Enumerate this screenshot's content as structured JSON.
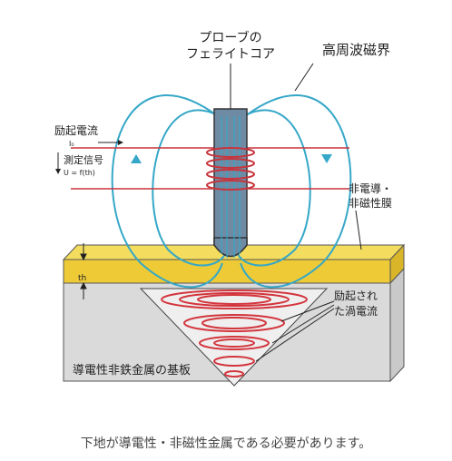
{
  "labels": {
    "probe_core": [
      "プローブの",
      "フェライトコア"
    ],
    "hf_field": "高周波磁界",
    "excitation_current": "励起電流",
    "excitation_symbol": "I₀",
    "measure_signal": "測定信号",
    "signal_formula": "U = f(th)",
    "coating": [
      "非電導・",
      "非磁性膜"
    ],
    "thickness": "th",
    "eddy": [
      "励起され",
      "た渦電流"
    ],
    "substrate": "導電性非鉄金属の基板"
  },
  "caption": "下地が導電性・非磁性金属である必要があります。",
  "colors": {
    "field_lines": "#35a7c8",
    "core": "#6f8ba4",
    "coil": "#c8343c",
    "coating": "#f1d54a",
    "substrate": "#d9d9d9",
    "eddy": "#d3353d"
  }
}
